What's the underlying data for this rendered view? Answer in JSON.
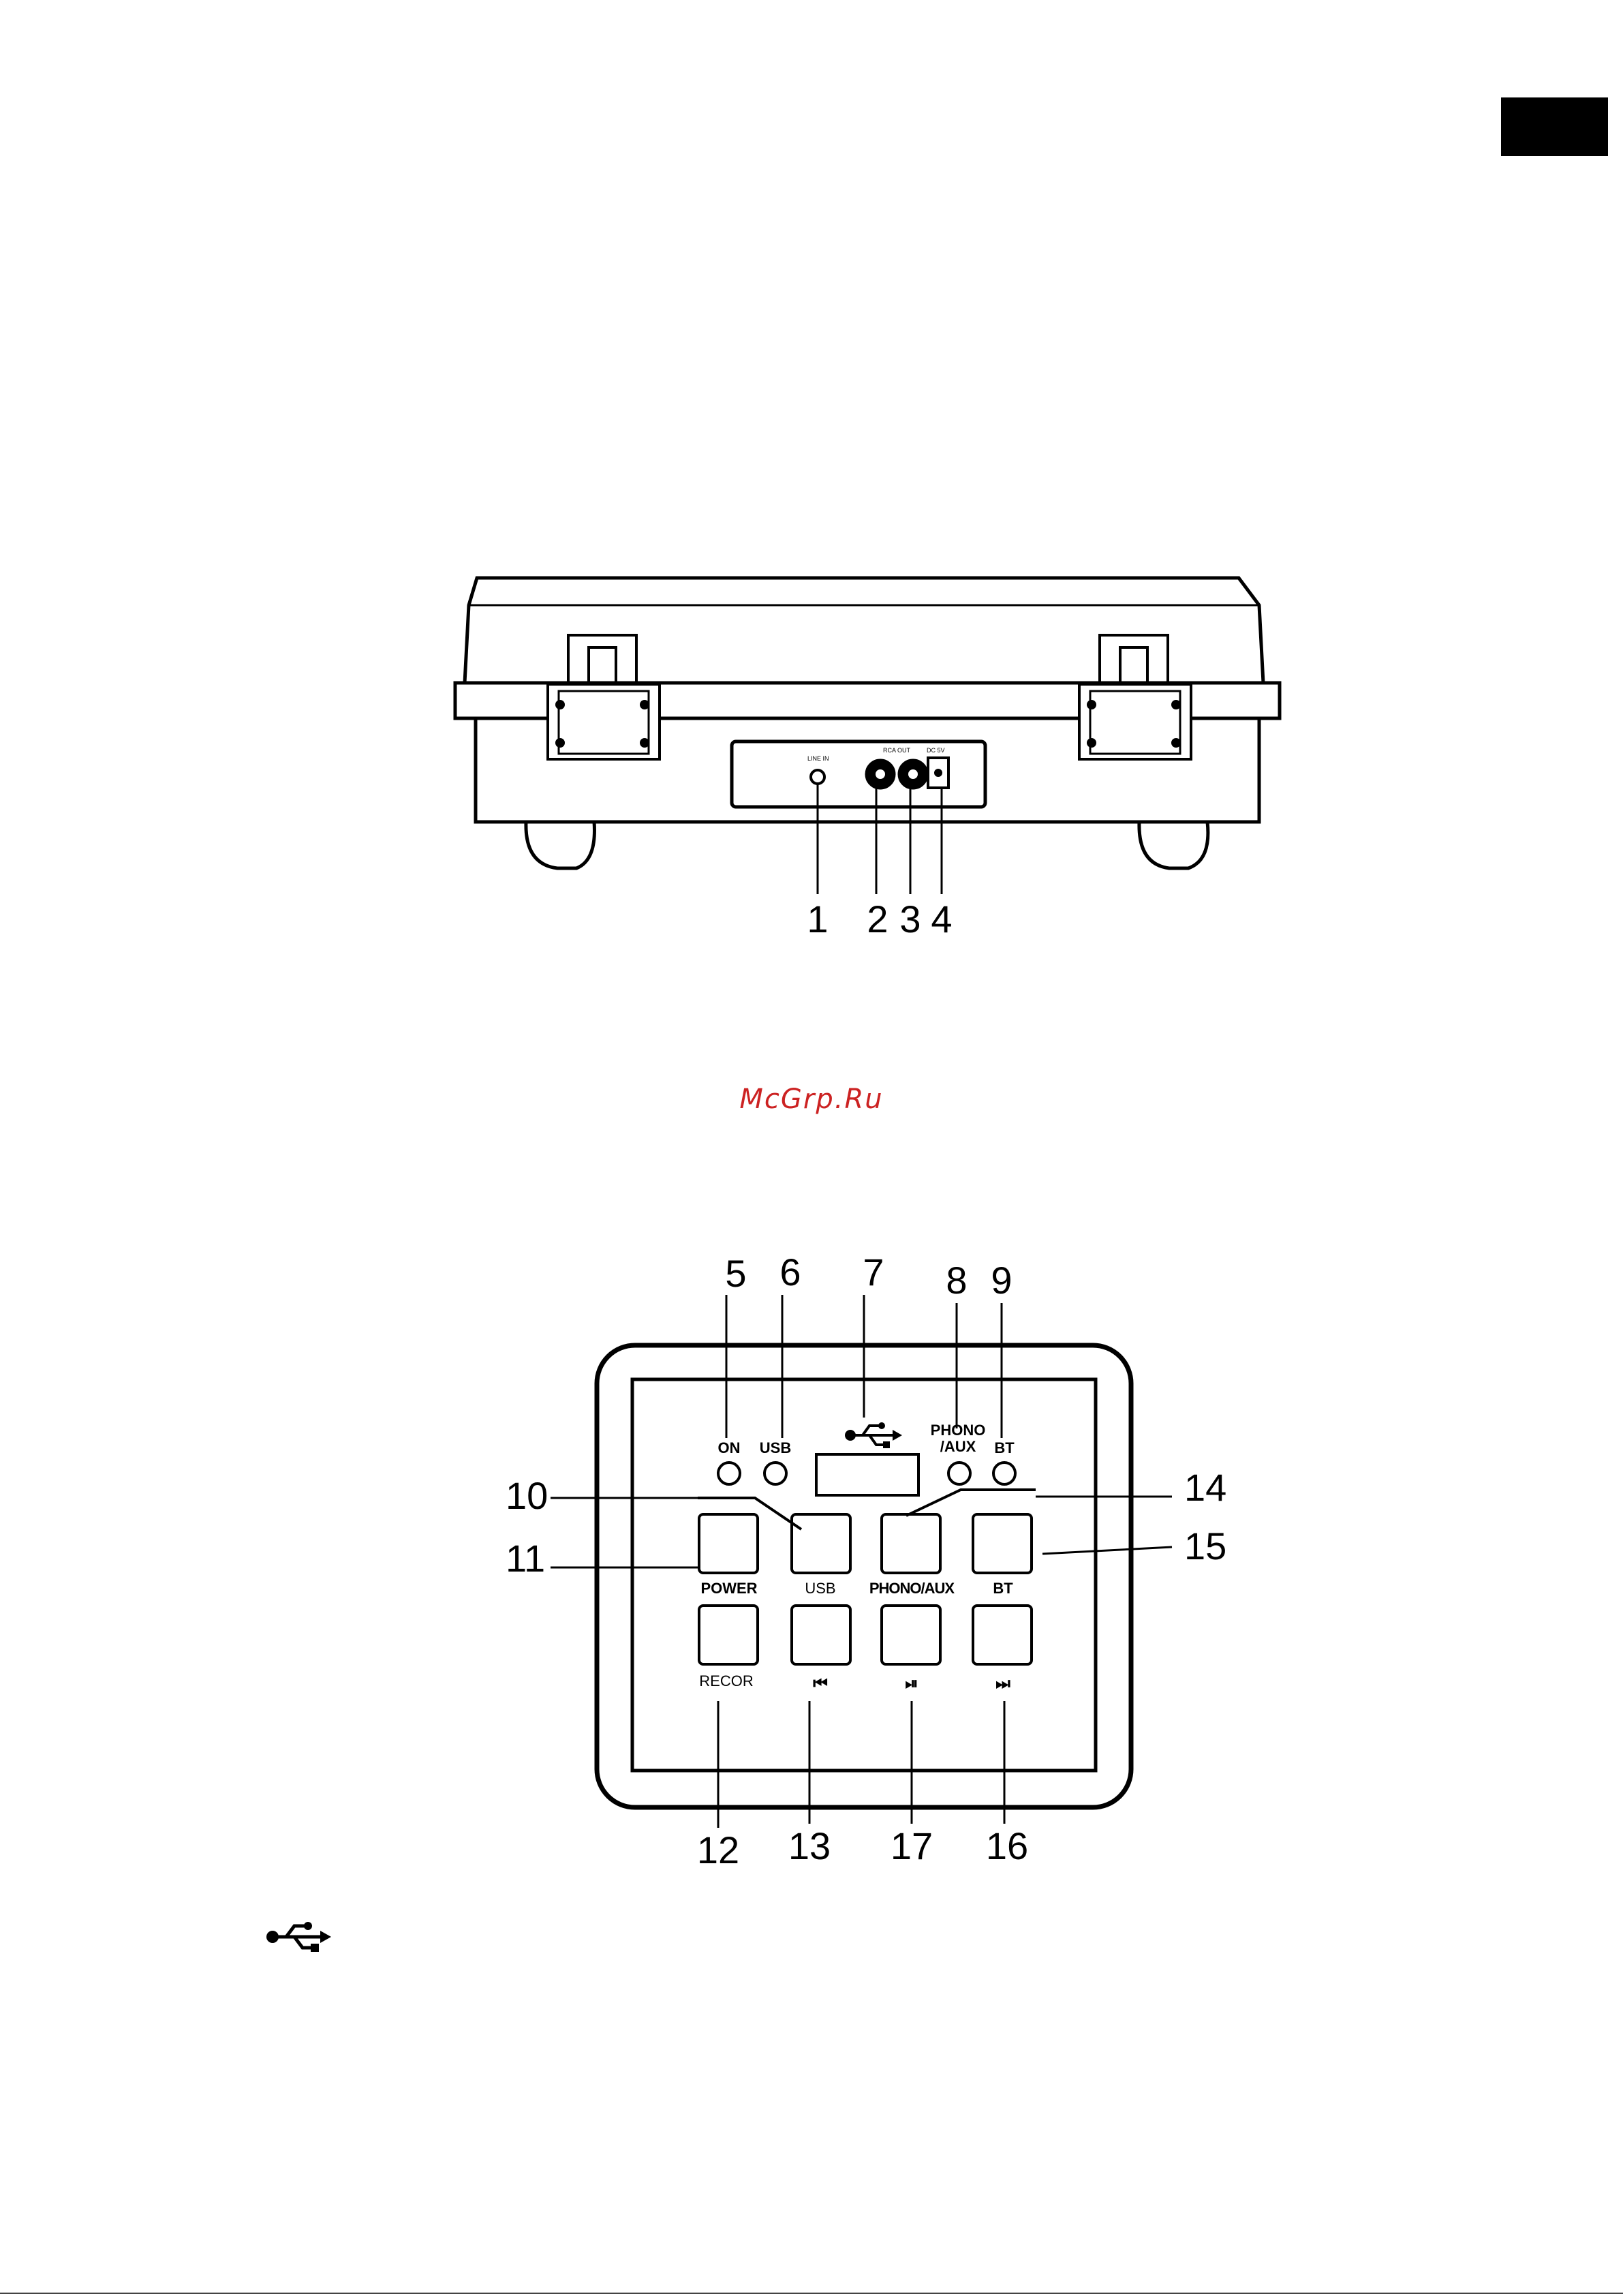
{
  "watermark": {
    "text": "McGrp.Ru",
    "color": "#cc2222"
  },
  "rear_view": {
    "port_labels": [
      "LINE IN",
      "RCA OUT",
      "DC 5V"
    ],
    "callouts": [
      "1",
      "2",
      "3",
      "4"
    ]
  },
  "control_panel": {
    "indicators": [
      "ON",
      "USB",
      "PHONO",
      "/AUX",
      "BT"
    ],
    "buttons_top": [
      "POWER",
      "USB",
      "PHONO/AUX",
      "BT"
    ],
    "record_label": "RECOR",
    "icons": [
      "usb-icon",
      "previous-track-icon",
      "play-pause-icon",
      "next-track-icon"
    ],
    "transport_symbols": [
      "⏮",
      "⏯",
      "⏭"
    ],
    "callouts_top": [
      "5",
      "6",
      "7",
      "8",
      "9"
    ],
    "callouts_left": [
      "10",
      "11"
    ],
    "callouts_right": [
      "14",
      "15"
    ],
    "callouts_bottom": [
      "12",
      "13",
      "17",
      "16"
    ]
  },
  "colors": {
    "ink": "#000000",
    "panel_fill": "#ffffff"
  }
}
